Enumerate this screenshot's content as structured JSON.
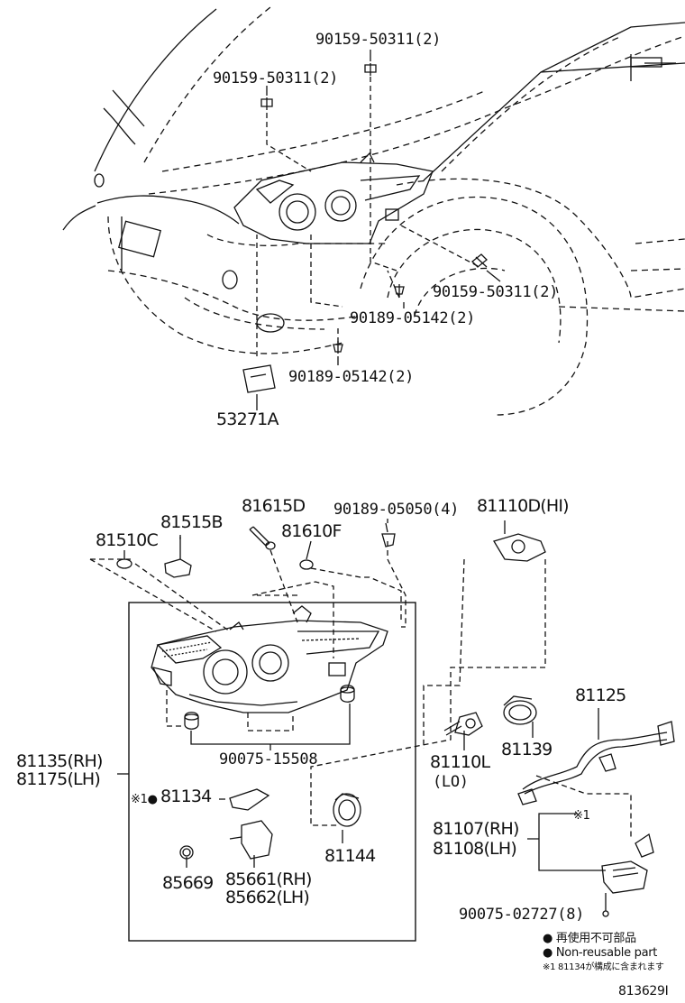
{
  "diagram": {
    "upper_labels": {
      "bolt_top": "90159-50311(2)",
      "bolt_left": "90159-50311(2)",
      "bolt_right": "90159-50311(2)",
      "clip_right": "90189-05142(2)",
      "clip_bottom": "90189-05142(2)",
      "bracket": "53271A"
    },
    "lower_labels": {
      "p81615d": "81615D",
      "p90189_05050": "90189-05050(4)",
      "p81110d": "81110D(HI)",
      "p81515b": "81515B",
      "p81610f": "81610F",
      "p81510c": "81510C",
      "p81125": "81125",
      "p90075_15508": "90075-15508",
      "p81135": "81135(RH)",
      "p81175": "81175(LH)",
      "p81110l": "81110L",
      "p81110l_sub": "(LO)",
      "p81139": "81139",
      "p81134_mark": "※1●",
      "p81134": "81134",
      "p81107": "81107(RH)",
      "p81108": "81108(LH)",
      "p81107_note": "※1",
      "p81144": "81144",
      "p85669": "85669",
      "p85661": "85661(RH)",
      "p85662": "85662(LH)",
      "p90075_02727": "90075-02727(8)"
    },
    "legend": {
      "line1": "● 再使用不可部品",
      "line2": "● Non-reusable part",
      "line3": "※1 81134が構成に含まれます"
    },
    "figure_id": "813629I"
  }
}
